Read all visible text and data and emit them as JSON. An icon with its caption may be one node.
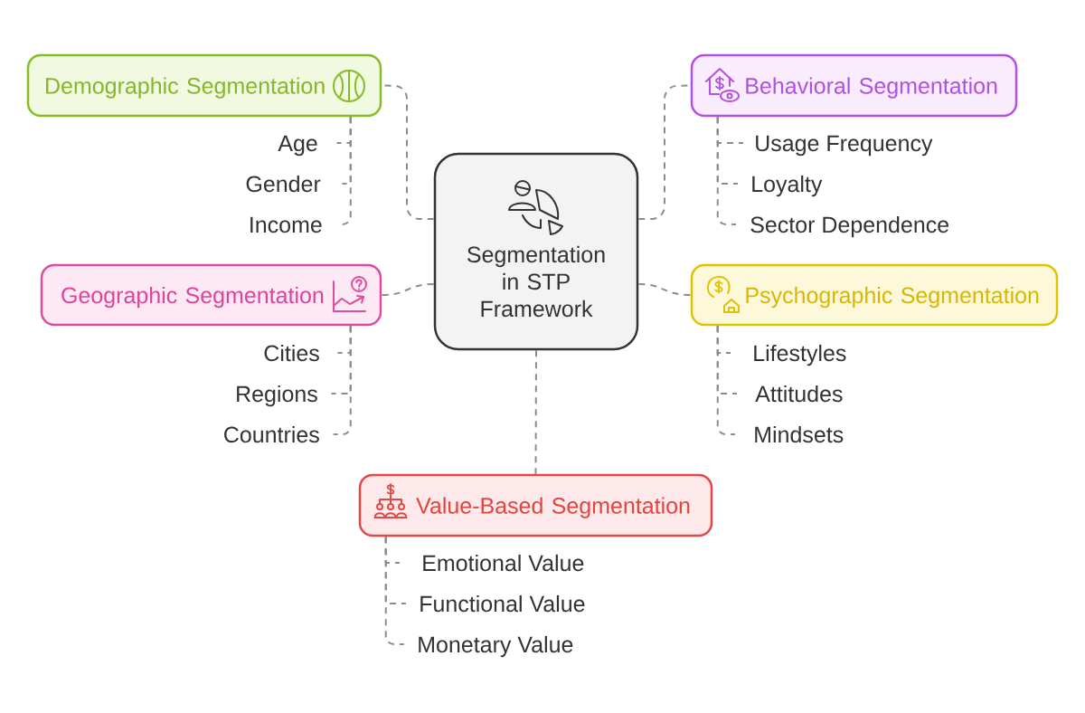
{
  "diagram": {
    "nodes": [
      {
        "text": [
          "Segmentation in STP Framework"
        ]
      },
      {
        "text": [
          "Demographic Segmentation"
        ]
      },
      {
        "text": [
          "Age"
        ]
      },
      {
        "text": [
          "Gender"
        ]
      },
      {
        "text": [
          "Income"
        ]
      },
      {
        "text": [
          "Behavioral Segmentation"
        ]
      },
      {
        "text": [
          "Usage Frequency"
        ]
      },
      {
        "text": [
          "Loyalty"
        ]
      },
      {
        "text": [
          "Sector Dependence"
        ]
      },
      {
        "text": [
          "Geographic Segmentation"
        ]
      },
      {
        "text": [
          "Cities"
        ]
      },
      {
        "text": [
          "Regions"
        ]
      },
      {
        "text": [
          "Countries"
        ]
      },
      {
        "text": [
          "Psychographic Segmentation"
        ]
      },
      {
        "text": [
          "Lifestyles"
        ]
      },
      {
        "text": [
          "Attitudes"
        ]
      },
      {
        "text": [
          "Mindsets"
        ]
      },
      {
        "text": [
          "Value-Based Segmentation"
        ]
      },
      {
        "text": [
          "Emotional Value"
        ]
      },
      {
        "text": [
          "Functional Value"
        ]
      },
      {
        "text": [
          "Monetary Value"
        ]
      }
    ],
    "edges": [
      {
        "from": 0,
        "to": 1,
        "arrow": "none",
        "style": "dashed"
      },
      {
        "from": 0,
        "to": 5,
        "arrow": "none",
        "style": "dashed"
      },
      {
        "from": 0,
        "to": 9,
        "arrow": "none",
        "style": "dashed"
      },
      {
        "from": 0,
        "to": 13,
        "arrow": "none",
        "style": "dashed"
      },
      {
        "from": 0,
        "to": 17,
        "arrow": "none",
        "style": "dashed"
      },
      {
        "from": 1,
        "to": 2,
        "arrow": "none",
        "style": "dashed"
      },
      {
        "from": 1,
        "to": 3,
        "arrow": "none",
        "style": "dashed"
      },
      {
        "from": 1,
        "to": 4,
        "arrow": "none",
        "style": "dashed"
      },
      {
        "from": 5,
        "to": 6,
        "arrow": "none",
        "style": "dashed"
      },
      {
        "from": 5,
        "to": 7,
        "arrow": "none",
        "style": "dashed"
      },
      {
        "from": 5,
        "to": 8,
        "arrow": "none",
        "style": "dashed"
      },
      {
        "from": 9,
        "to": 10,
        "arrow": "none",
        "style": "dashed"
      },
      {
        "from": 9,
        "to": 11,
        "arrow": "none",
        "style": "dashed"
      },
      {
        "from": 9,
        "to": 12,
        "arrow": "none",
        "style": "dashed"
      },
      {
        "from": 13,
        "to": 14,
        "arrow": "none",
        "style": "dashed"
      },
      {
        "from": 13,
        "to": 15,
        "arrow": "none",
        "style": "dashed"
      },
      {
        "from": 13,
        "to": 16,
        "arrow": "none",
        "style": "dashed"
      },
      {
        "from": 17,
        "to": 18,
        "arrow": "none",
        "style": "dashed"
      },
      {
        "from": 17,
        "to": 19,
        "arrow": "none",
        "style": "dashed"
      },
      {
        "from": 17,
        "to": 20,
        "arrow": "none",
        "style": "dashed"
      }
    ]
  }
}
